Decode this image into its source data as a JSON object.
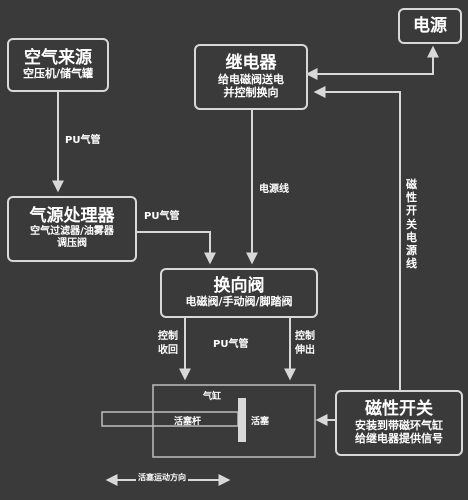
{
  "boxes": {
    "air_source": {
      "title": "空气来源",
      "sub": "空压机/储气罐"
    },
    "air_treatment": {
      "title": "气源处理器",
      "sub1": "空气过滤器/油雾器",
      "sub2": "调压阀"
    },
    "relay": {
      "title": "继电器",
      "sub1": "给电磁阀送电",
      "sub2": "并控制换向"
    },
    "power": {
      "title": "电源"
    },
    "valve": {
      "title": "换向阀",
      "sub": "电磁阀/手动阀/脚踏阀"
    },
    "magnetic_switch": {
      "title": "磁性开关",
      "sub1": "安装到带磁环气缸",
      "sub2": "给继电器提供信号"
    }
  },
  "labels": {
    "pu_pipe_1": "PU气管",
    "pu_pipe_2": "PU气管",
    "pu_pipe_3": "PU气管",
    "power_line": "电源线",
    "switch_power_line": "磁性开关电源线",
    "control_retract_1": "控制",
    "control_retract_2": "收回",
    "control_extend_1": "控制",
    "control_extend_2": "伸出"
  },
  "cylinder": {
    "title": "气缸",
    "rod": "活塞杆",
    "piston": "活塞",
    "motion": "活塞运动方向"
  },
  "colors": {
    "background": "#3a3a3a",
    "line": "#d8d8d8"
  }
}
